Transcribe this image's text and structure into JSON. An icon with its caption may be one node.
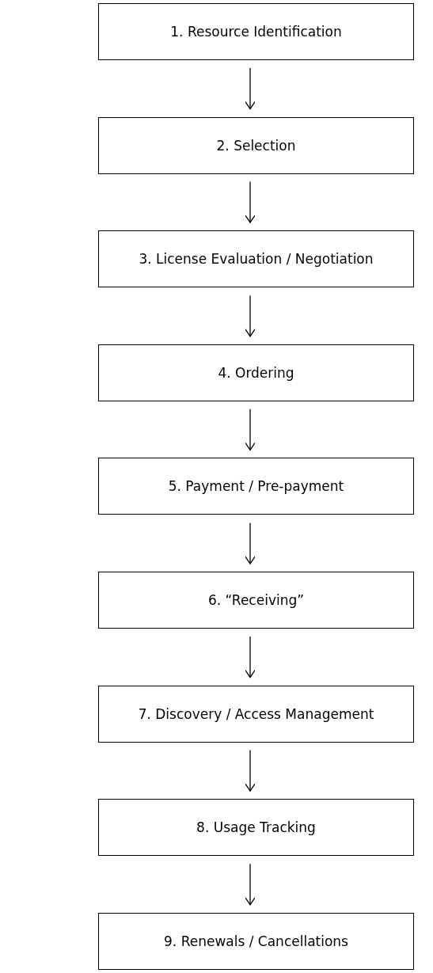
{
  "diagram": {
    "nodes": [
      {
        "text": [
          "1. Resource Identification"
        ]
      },
      {
        "text": [
          "2. Selection"
        ]
      },
      {
        "text": [
          "3. License Evaluation / Negotiation"
        ]
      },
      {
        "text": [
          "4. Ordering"
        ]
      },
      {
        "text": [
          "5. Payment / Pre-payment"
        ]
      },
      {
        "text": [
          "6. “Receiving”"
        ]
      },
      {
        "text": [
          "7. Discovery / Access Management"
        ]
      },
      {
        "text": [
          "8. Usage Tracking"
        ]
      },
      {
        "text": [
          "9. Renewals / Cancellations"
        ]
      }
    ],
    "edges": [
      {
        "from": 0,
        "to": 1,
        "arrow": "to"
      },
      {
        "from": 1,
        "to": 2,
        "arrow": "to"
      },
      {
        "from": 2,
        "to": 3,
        "arrow": "to"
      },
      {
        "from": 3,
        "to": 4,
        "arrow": "to"
      },
      {
        "from": 4,
        "to": 5,
        "arrow": "to"
      },
      {
        "from": 5,
        "to": 6,
        "arrow": "to"
      },
      {
        "from": 6,
        "to": 7,
        "arrow": "to"
      },
      {
        "from": 7,
        "to": 8,
        "arrow": "to"
      }
    ]
  }
}
